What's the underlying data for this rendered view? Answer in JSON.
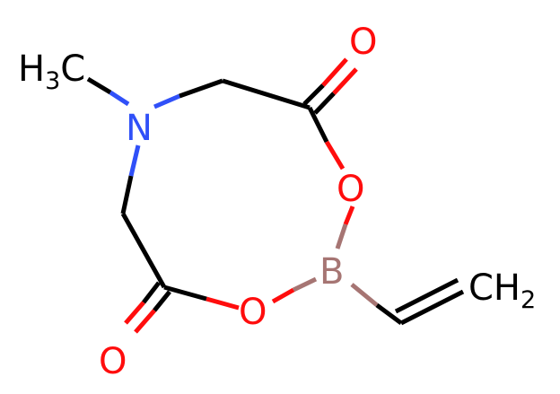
{
  "molecule": {
    "atoms": {
      "methyl": {
        "main": "H",
        "sub": "3",
        "tail": "C"
      },
      "nitrogen": "N",
      "oxygen_carbonyl_top": "O",
      "oxygen_ring_right": "O",
      "boron": "B",
      "oxygen_ring_bottom": "O",
      "oxygen_carbonyl_bottom": "O",
      "vinyl_terminal": {
        "main": "CH",
        "sub": "2"
      }
    },
    "colors": {
      "carbon": "#000000",
      "nitrogen": "#3050f8",
      "oxygen": "#ff0d0d",
      "boron": "#a67573"
    }
  }
}
